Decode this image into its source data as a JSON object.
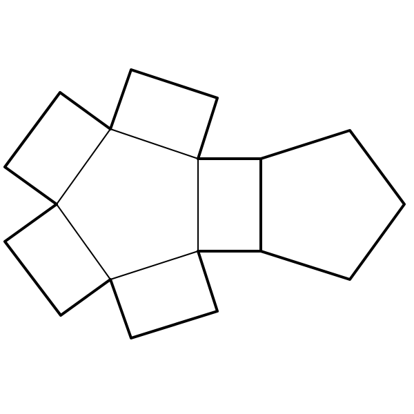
{
  "figure": {
    "description_free": true,
    "stroke_color": "#000000",
    "background_color": "#ffffff",
    "faces": [
      {
        "name": "central-pentagon",
        "sides": 5
      },
      {
        "name": "square-upper-left",
        "sides": 4
      },
      {
        "name": "square-top",
        "sides": 4
      },
      {
        "name": "square-lower-left",
        "sides": 4
      },
      {
        "name": "square-bottom",
        "sides": 4
      },
      {
        "name": "square-middle",
        "sides": 4
      },
      {
        "name": "right-pentagon",
        "sides": 5
      }
    ]
  }
}
